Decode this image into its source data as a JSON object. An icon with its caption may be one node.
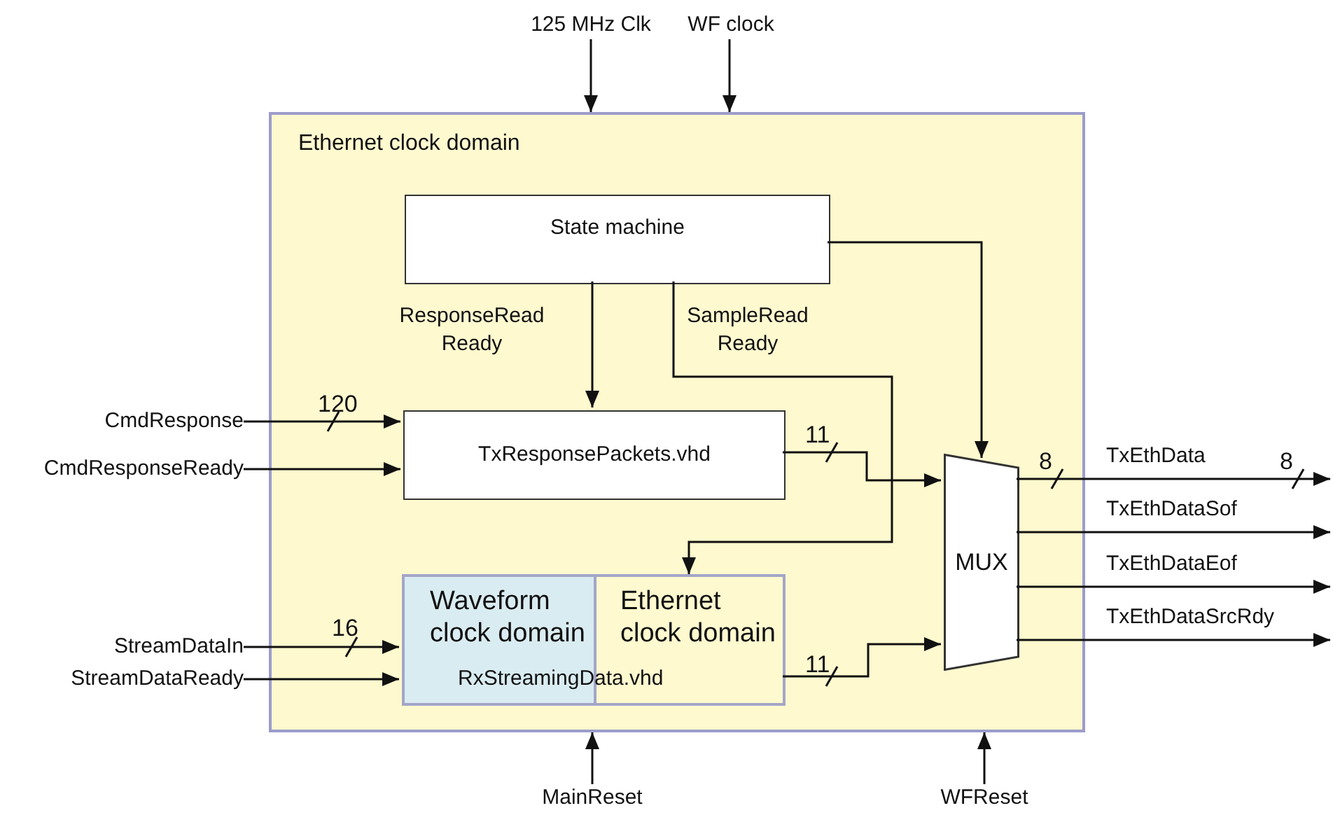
{
  "diagram": {
    "nodes": [
      {
        "text": [
          "Ethernet clock domain"
        ]
      },
      {
        "text": [
          "State machine"
        ],
        "in": 0
      },
      {
        "text": [
          "TxResponsePackets.vhd"
        ],
        "in": 0
      },
      {
        "text": [
          "RxStreamingData.vhd"
        ],
        "in": 0
      },
      {
        "text": [
          "Waveform clock domain"
        ],
        "in": 3
      },
      {
        "text": [
          "Ethernet clock domain"
        ],
        "in": 3
      },
      {
        "text": [
          "MUX"
        ],
        "in": 0
      },
      {
        "text": [
          "125 MHz Clk"
        ]
      },
      {
        "text": [
          "WF clock"
        ]
      },
      {
        "text": [
          "CmdResponse"
        ]
      },
      {
        "text": [
          "CmdResponseReady"
        ]
      },
      {
        "text": [
          "StreamDataIn"
        ]
      },
      {
        "text": [
          "StreamDataReady"
        ]
      },
      {
        "text": [
          "MainReset"
        ]
      },
      {
        "text": [
          "WFReset"
        ]
      }
    ],
    "edges": [
      {
        "from": 7,
        "to": 0,
        "arrow": "to"
      },
      {
        "from": 8,
        "to": 0,
        "arrow": "to"
      },
      {
        "from": 9,
        "to": 2,
        "arrow": "to"
      },
      {
        "from": 10,
        "to": 2,
        "arrow": "to"
      },
      {
        "from": 11,
        "to": 3,
        "arrow": "to"
      },
      {
        "from": 12,
        "to": 3,
        "arrow": "to"
      },
      {
        "from": 13,
        "to": 0,
        "arrow": "to"
      },
      {
        "from": 14,
        "to": 0,
        "arrow": "to"
      },
      {
        "from": 1,
        "to": 2,
        "arrow": "to",
        "label": "ResponseRead Ready"
      },
      {
        "from": 1,
        "to": 5,
        "arrow": "to",
        "label": "SampleRead Ready"
      },
      {
        "from": 1,
        "to": 6,
        "arrow": "to"
      },
      {
        "from": 2,
        "to": 6,
        "arrow": "to"
      },
      {
        "from": 3,
        "to": 6,
        "arrow": "to"
      },
      {
        "from": 6,
        "to": null,
        "arrow": "to",
        "label": "TxEthData"
      },
      {
        "from": 6,
        "to": null,
        "arrow": "to",
        "label": "TxEthDataSof"
      },
      {
        "from": 6,
        "to": null,
        "arrow": "to",
        "label": "TxEthDataEof"
      },
      {
        "from": 6,
        "to": null,
        "arrow": "to",
        "label": "TxEthDataSrcRdy"
      }
    ],
    "labels": [
      "120",
      "11",
      "8",
      "8",
      "16",
      "11"
    ]
  }
}
